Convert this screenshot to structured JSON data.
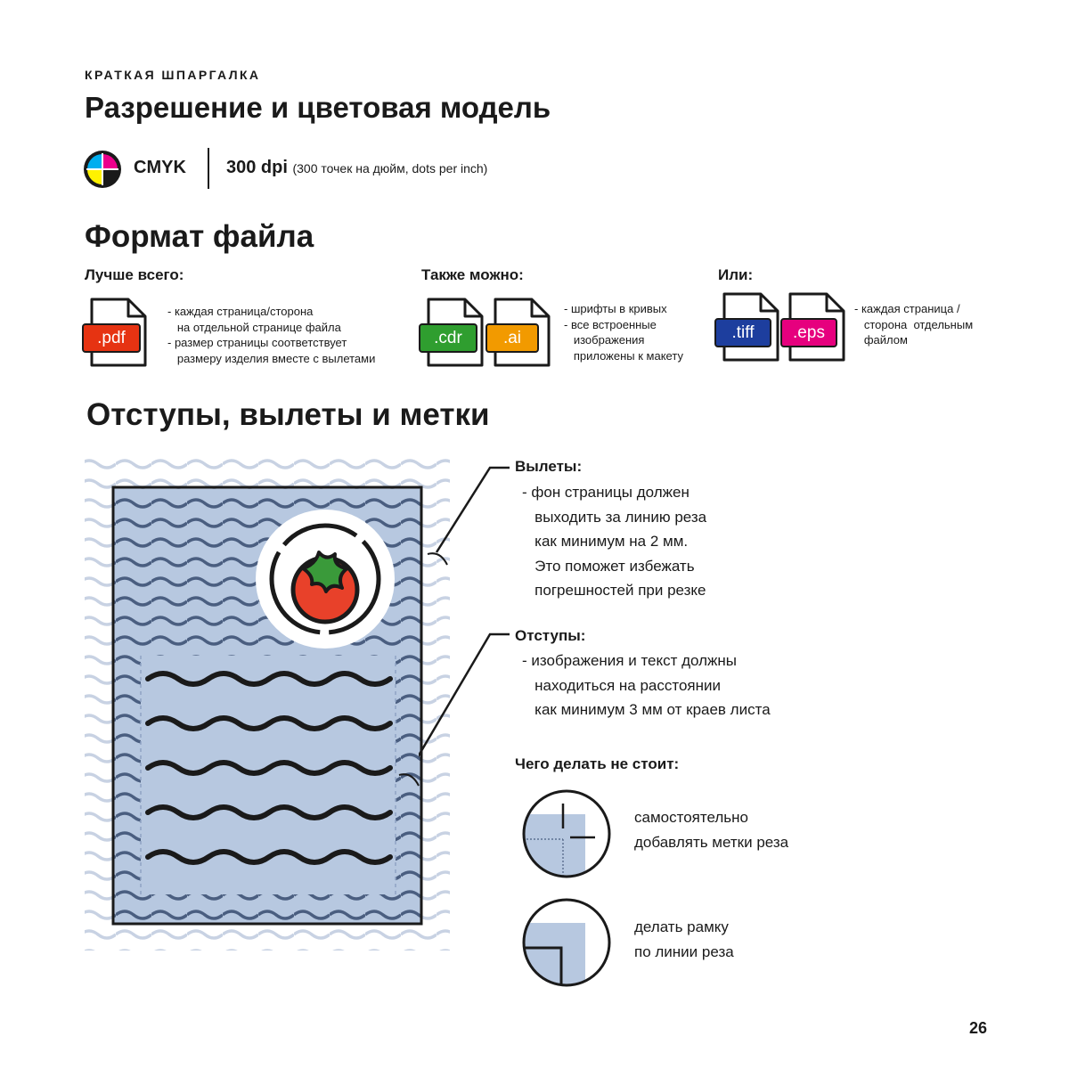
{
  "header": {
    "eyebrow": "КРАТКАЯ ШПАРГАЛКА",
    "title": "Разрешение и цветовая модель"
  },
  "color": {
    "model": "CMYK",
    "dpi": "300 dpi",
    "dpi_note": "(300 точек на дюйм, dots per inch)",
    "swatches": [
      "#00aeef",
      "#ec008c",
      "#fff200",
      "#1a1a1a"
    ]
  },
  "format": {
    "title": "Формат файла",
    "groups": [
      {
        "heading": "Лучше всего:",
        "files": [
          {
            "ext": ".pdf",
            "color": "#e63312"
          }
        ],
        "notes": "- каждая страница/сторона\n   на отдельной странице файла\n- размер страницы соответствует\n   размеру изделия вместе с вылетами"
      },
      {
        "heading": "Также можно:",
        "files": [
          {
            "ext": ".cdr",
            "color": "#2f9e2f"
          },
          {
            "ext": ".ai",
            "color": "#f29a00"
          }
        ],
        "notes": "- шрифты в кривых\n- все встроенные\n   изображения\n   приложены к макету"
      },
      {
        "heading": "Или:",
        "files": [
          {
            "ext": ".tiff",
            "color": "#1d3e9e"
          },
          {
            "ext": ".eps",
            "color": "#e6007e"
          }
        ],
        "notes": "- каждая страница /\n   сторона  отдельным\n   файлом"
      }
    ]
  },
  "margins": {
    "title": "Отступы, вылеты и метки",
    "bleed_title": "Вылеты:",
    "bleed_text": "- фон страницы должен\n   выходить за линию реза\n   как минимум на 2 мм.\n   Это поможет избежать\n   погрешностей при резке",
    "safe_title": "Отступы:",
    "safe_text": "- изображения и текст должны\n   находиться на расстоянии\n   как минимум 3 мм от краев листа",
    "dont_title": "Чего делать не стоит:",
    "dont_items": [
      {
        "text": "самостоятельно\nдобавлять метки реза",
        "icon": "crop-marks-icon"
      },
      {
        "text": "делать рамку\nпо линии реза",
        "icon": "cut-frame-icon"
      }
    ]
  },
  "page_number": "26"
}
